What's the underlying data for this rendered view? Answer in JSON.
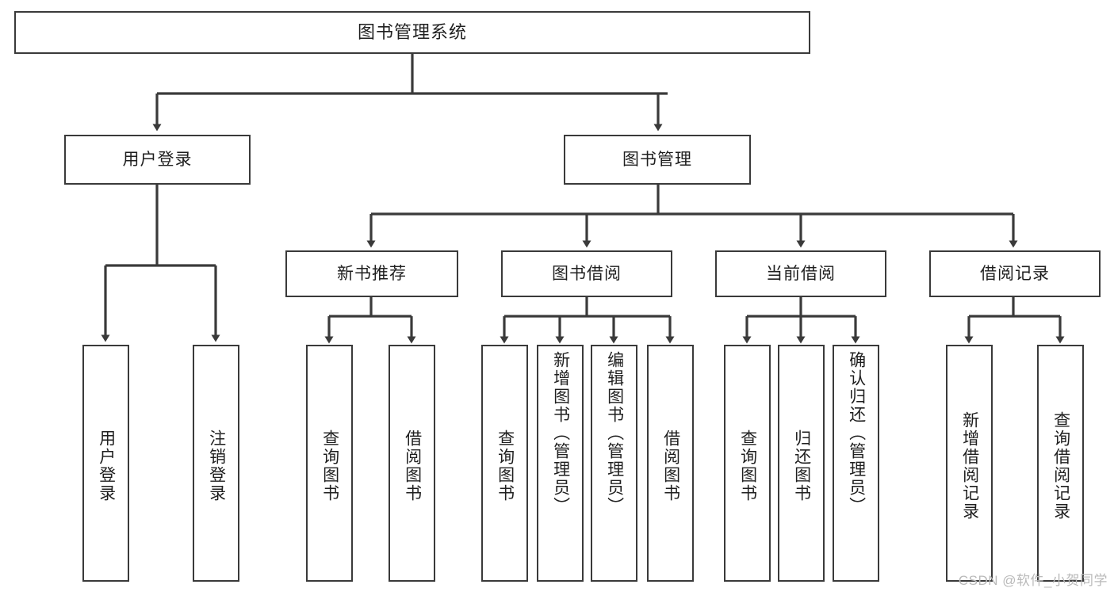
{
  "diagram": {
    "title": "图书管理系统",
    "type": "tree-hierarchy",
    "root": {
      "label": "图书管理系统"
    },
    "level2": [
      {
        "label": "用户登录"
      },
      {
        "label": "图书管理"
      }
    ],
    "level3": [
      {
        "label": "新书推荐"
      },
      {
        "label": "图书借阅"
      },
      {
        "label": "当前借阅"
      },
      {
        "label": "借阅记录"
      }
    ],
    "leaves": {
      "user_login": [
        {
          "label": "用户登录"
        },
        {
          "label": "注销登录"
        }
      ],
      "new_book_recommend": [
        {
          "label": "查询图书"
        },
        {
          "label": "借阅图书"
        }
      ],
      "book_borrow": [
        {
          "label": "查询图书"
        },
        {
          "label": "新增图书（管理员）"
        },
        {
          "label": "编辑图书（管理员）"
        },
        {
          "label": "借阅图书"
        }
      ],
      "current_borrow": [
        {
          "label": "查询图书"
        },
        {
          "label": "归还图书"
        },
        {
          "label": "确认归还（管理员）"
        }
      ],
      "borrow_record": [
        {
          "label": "新增借阅记录"
        },
        {
          "label": "查询借阅记录"
        }
      ]
    }
  },
  "watermark": {
    "text": "CSDN @软件_小贺同学"
  },
  "colors": {
    "stroke": "#3a3a3a",
    "text": "#1f1f1f",
    "background": "#ffffff",
    "watermark": "#b9b9b9"
  }
}
